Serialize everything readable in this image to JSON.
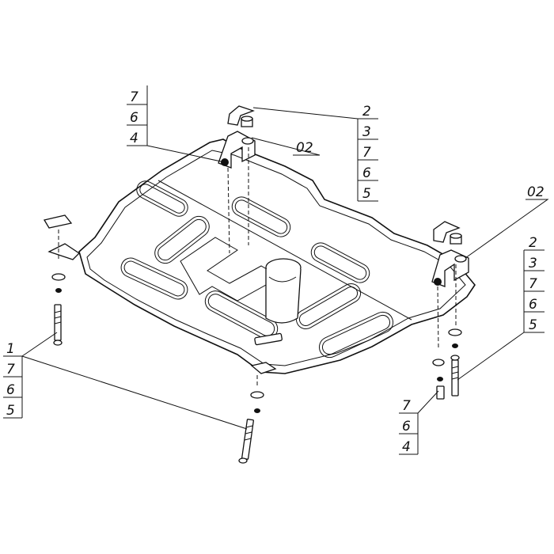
{
  "callouts": {
    "top_left": [
      "7",
      "6",
      "4"
    ],
    "top_right": [
      "2",
      "3",
      "7",
      "6",
      "5"
    ],
    "mid_right": [
      "2",
      "3",
      "7",
      "6",
      "5"
    ],
    "left": [
      "1",
      "7",
      "6",
      "5"
    ],
    "bottom_right": [
      "7",
      "6",
      "4"
    ],
    "bracket_top": "02",
    "bracket_right": "02"
  }
}
